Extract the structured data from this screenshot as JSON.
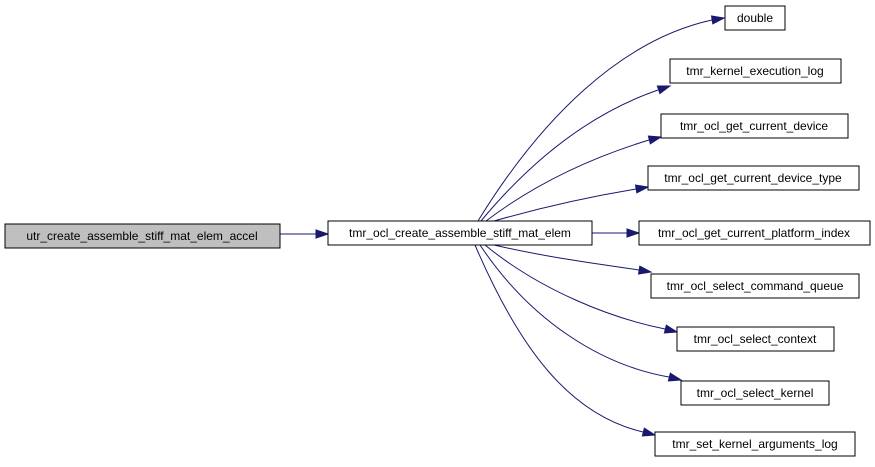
{
  "graph": {
    "colors": {
      "edge": "#191970",
      "root_fill": "#bfbfbf",
      "node_fill": "#ffffff",
      "border": "#000000"
    },
    "root": {
      "id": "n0",
      "label": "utr_create_assemble_stiff_mat_elem_accel"
    },
    "center": {
      "id": "n1",
      "label": "tmr_ocl_create_assemble_stiff_mat_elem"
    },
    "callees": [
      {
        "id": "n2",
        "label": "double"
      },
      {
        "id": "n3",
        "label": "tmr_kernel_execution_log"
      },
      {
        "id": "n4",
        "label": "tmr_ocl_get_current_device"
      },
      {
        "id": "n5",
        "label": "tmr_ocl_get_current_device_type"
      },
      {
        "id": "n6",
        "label": "tmr_ocl_get_current_platform_index"
      },
      {
        "id": "n7",
        "label": "tmr_ocl_select_command_queue"
      },
      {
        "id": "n8",
        "label": "tmr_ocl_select_context"
      },
      {
        "id": "n9",
        "label": "tmr_ocl_select_kernel"
      },
      {
        "id": "n10",
        "label": "tmr_set_kernel_arguments_log"
      }
    ],
    "edges": [
      {
        "from": "n0",
        "to": "n1"
      },
      {
        "from": "n1",
        "to": "n2"
      },
      {
        "from": "n1",
        "to": "n3"
      },
      {
        "from": "n1",
        "to": "n4"
      },
      {
        "from": "n1",
        "to": "n5"
      },
      {
        "from": "n1",
        "to": "n6"
      },
      {
        "from": "n1",
        "to": "n7"
      },
      {
        "from": "n1",
        "to": "n8"
      },
      {
        "from": "n1",
        "to": "n9"
      },
      {
        "from": "n1",
        "to": "n10"
      }
    ]
  }
}
